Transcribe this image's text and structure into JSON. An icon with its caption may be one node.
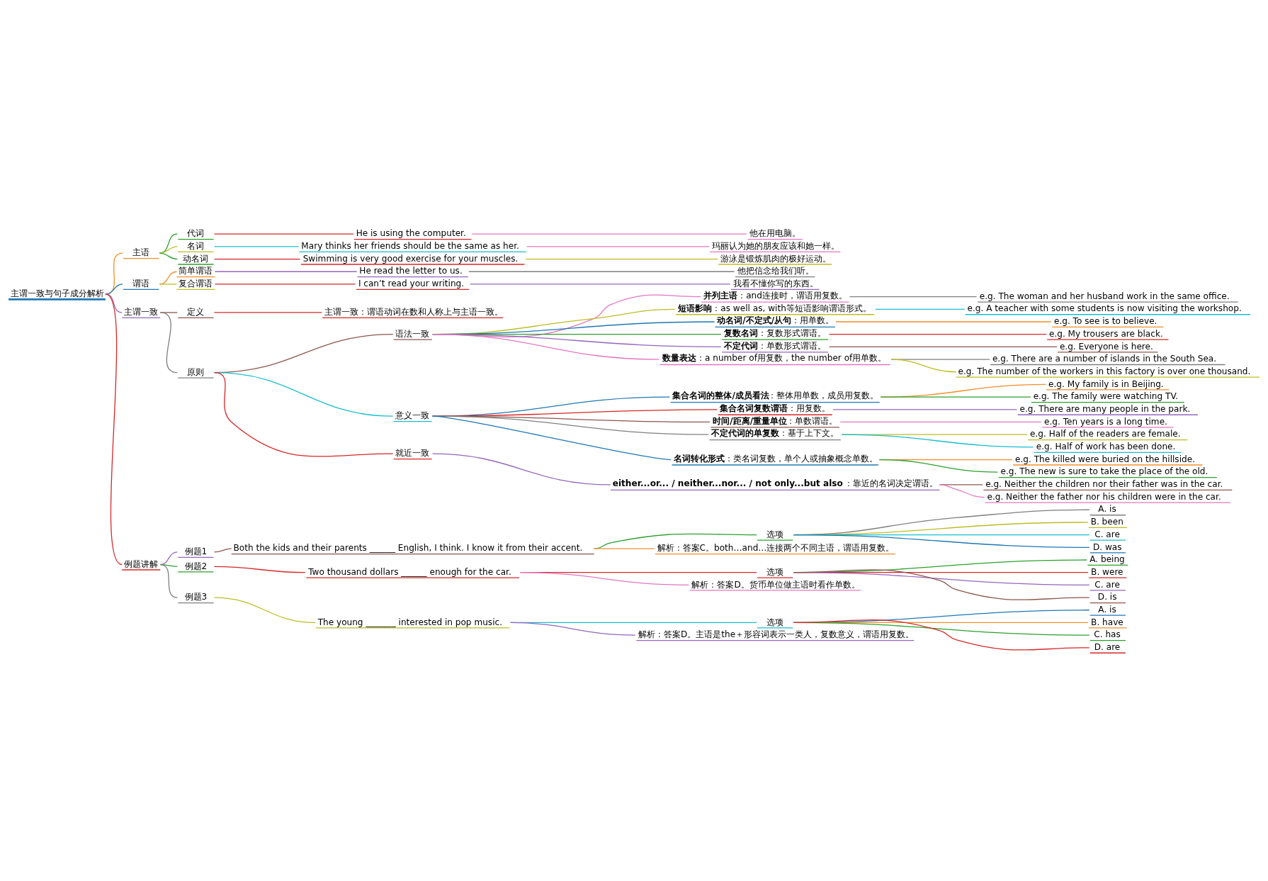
{
  "diagram": {
    "nodes": [
      {
        "text": [
          "主谓一致与句子成分解析"
        ]
      },
      {
        "text": [
          "主语"
        ]
      },
      {
        "text": [
          "代词"
        ]
      },
      {
        "text": [
          "He is using the computer."
        ]
      },
      {
        "text": [
          "他在用电脑。"
        ]
      },
      {
        "text": [
          "名词"
        ]
      },
      {
        "text": [
          "Mary thinks her friends should be the same as her."
        ]
      },
      {
        "text": [
          "玛丽认为她的朋友应该和她一样。"
        ]
      },
      {
        "text": [
          "动名词"
        ]
      },
      {
        "text": [
          "Swimming is very good exercise for your muscles."
        ]
      },
      {
        "text": [
          "游泳是锻炼肌肉的极好运动。"
        ]
      },
      {
        "text": [
          "谓语"
        ]
      },
      {
        "text": [
          "简单谓语"
        ]
      },
      {
        "text": [
          "He read the letter to us."
        ]
      },
      {
        "text": [
          "他把信念给我们听。"
        ]
      },
      {
        "text": [
          "复合谓语"
        ]
      },
      {
        "text": [
          "I can’t read your writing."
        ]
      },
      {
        "text": [
          "我看不懂你写的东西。"
        ]
      },
      {
        "text": [
          "主谓一致"
        ]
      },
      {
        "text": [
          "定义"
        ]
      },
      {
        "text": [
          "主谓一致：谓语动词在数和人称上与主语一致。"
        ]
      },
      {
        "text": [
          "原则"
        ]
      },
      {
        "text": [
          "语法一致"
        ]
      },
      {
        "text": [
          "**并列主语**：and连接时，谓语用复数。"
        ]
      },
      {
        "text": [
          "e.g. The woman and her husband work in the same office."
        ]
      },
      {
        "text": [
          "**短语影响**：as well as, with等短语影响谓语形式。"
        ]
      },
      {
        "text": [
          "e.g. A teacher with some students is now visiting the workshop."
        ]
      },
      {
        "text": [
          "**动名词/不定式/从句**：用单数。"
        ]
      },
      {
        "text": [
          "e.g. To see is to believe."
        ]
      },
      {
        "text": [
          "**复数名词**：复数形式谓语。"
        ]
      },
      {
        "text": [
          "e.g. My trousers are black."
        ]
      },
      {
        "text": [
          "**不定代词**：单数形式谓语。"
        ]
      },
      {
        "text": [
          "e.g. Everyone is here."
        ]
      },
      {
        "text": [
          "**数量表达**：a number of用复数，the number of用单数。"
        ]
      },
      {
        "text": [
          "e.g. There are a number of islands in the South Sea."
        ]
      },
      {
        "text": [
          "e.g. The number of the workers in this factory is over one thousand."
        ]
      },
      {
        "text": [
          "意义一致"
        ]
      },
      {
        "text": [
          "**集合名词的整体/成员看法**：整体用单数，成员用复数。"
        ]
      },
      {
        "text": [
          "e.g. My family is in Beijing."
        ]
      },
      {
        "text": [
          "e.g. The family were watching TV."
        ]
      },
      {
        "text": [
          "**集合名词复数谓语**：用复数。"
        ]
      },
      {
        "text": [
          "e.g. There are many people in the park."
        ]
      },
      {
        "text": [
          "**时间/距离/重量单位**：单数谓语。"
        ]
      },
      {
        "text": [
          "e.g. Ten years is a long time."
        ]
      },
      {
        "text": [
          "**不定代词的单复数**：基于上下文。"
        ]
      },
      {
        "text": [
          "e.g. Half of the readers are female."
        ]
      },
      {
        "text": [
          "e.g. Half of work has been done."
        ]
      },
      {
        "text": [
          "**名词转化形式**：类名词复数，单个人或抽象概念单数。"
        ]
      },
      {
        "text": [
          "e.g. The killed were buried on the hillside."
        ]
      },
      {
        "text": [
          "e.g. The new is sure to take the place of the old."
        ]
      },
      {
        "text": [
          "就近一致"
        ]
      },
      {
        "text": [
          "**either...or... / neither...nor... / not only...but also**：靠近的名词决定谓语。"
        ]
      },
      {
        "text": [
          "e.g. Neither the children nor their father was in the car."
        ]
      },
      {
        "text": [
          "e.g. Neither the father nor his children were in the car."
        ]
      },
      {
        "text": [
          "例题讲解"
        ]
      },
      {
        "text": [
          "例题1"
        ]
      },
      {
        "text": [
          "Both the kids and their parents ______ English, I think. I know it from their accent."
        ]
      },
      {
        "text": [
          "选项"
        ]
      },
      {
        "text": [
          "A. is"
        ]
      },
      {
        "text": [
          "B. been"
        ]
      },
      {
        "text": [
          "C. are"
        ]
      },
      {
        "text": [
          "D. was"
        ]
      },
      {
        "text": [
          "解析：答案C。both…and…连接两个不同主语，谓语用复数。"
        ]
      },
      {
        "text": [
          "例题2"
        ]
      },
      {
        "text": [
          "Two thousand dollars ______ enough for the car."
        ]
      },
      {
        "text": [
          "选项"
        ]
      },
      {
        "text": [
          "A. being"
        ]
      },
      {
        "text": [
          "B. were"
        ]
      },
      {
        "text": [
          "C. are"
        ]
      },
      {
        "text": [
          "D. is"
        ]
      },
      {
        "text": [
          "解析：答案D。货币单位做主语时看作单数。"
        ]
      },
      {
        "text": [
          "例题3"
        ]
      },
      {
        "text": [
          "The young _______ interested in pop music."
        ]
      },
      {
        "text": [
          "选项"
        ]
      },
      {
        "text": [
          "A. is"
        ]
      },
      {
        "text": [
          "B. have"
        ]
      },
      {
        "text": [
          "C. has"
        ]
      },
      {
        "text": [
          "D. are"
        ]
      },
      {
        "text": [
          "解析：答案D。主语是the＋形容词表示一类人，复数意义，谓语用复数。"
        ]
      }
    ],
    "edges": [
      {
        "from": 0,
        "to": 1,
        "arrow": "none",
        "color": "#f28e2b"
      },
      {
        "from": 1,
        "to": 2,
        "arrow": "none",
        "color": "#2ca02c"
      },
      {
        "from": 2,
        "to": 3,
        "arrow": "none",
        "color": "#d62728"
      },
      {
        "from": 3,
        "to": 4,
        "arrow": "none",
        "color": "#e377c2"
      },
      {
        "from": 1,
        "to": 5,
        "arrow": "none",
        "color": "#bcbd22"
      },
      {
        "from": 5,
        "to": 6,
        "arrow": "none",
        "color": "#17becf"
      },
      {
        "from": 6,
        "to": 7,
        "arrow": "none",
        "color": "#e377c2"
      },
      {
        "from": 1,
        "to": 8,
        "arrow": "none",
        "color": "#2ca02c"
      },
      {
        "from": 8,
        "to": 9,
        "arrow": "none",
        "color": "#d62728"
      },
      {
        "from": 9,
        "to": 10,
        "arrow": "none",
        "color": "#bcbd22"
      },
      {
        "from": 0,
        "to": 11,
        "arrow": "none",
        "color": "#1f77b4"
      },
      {
        "from": 11,
        "to": 12,
        "arrow": "none",
        "color": "#f28e2b"
      },
      {
        "from": 12,
        "to": 13,
        "arrow": "none",
        "color": "#9467bd"
      },
      {
        "from": 13,
        "to": 14,
        "arrow": "none",
        "color": "#7f7f7f"
      },
      {
        "from": 11,
        "to": 15,
        "arrow": "none",
        "color": "#bcbd22"
      },
      {
        "from": 15,
        "to": 16,
        "arrow": "none",
        "color": "#d62728"
      },
      {
        "from": 16,
        "to": 17,
        "arrow": "none",
        "color": "#9467bd"
      },
      {
        "from": 0,
        "to": 18,
        "arrow": "none",
        "color": "#9467bd"
      },
      {
        "from": 18,
        "to": 19,
        "arrow": "none",
        "color": "#8c564b"
      },
      {
        "from": 19,
        "to": 20,
        "arrow": "none",
        "color": "#d62728"
      },
      {
        "from": 18,
        "to": 21,
        "arrow": "none",
        "color": "#7f7f7f"
      },
      {
        "from": 21,
        "to": 22,
        "arrow": "none",
        "color": "#8c564b"
      },
      {
        "from": 22,
        "to": 23,
        "arrow": "none",
        "color": "#e377c2"
      },
      {
        "from": 23,
        "to": 24,
        "arrow": "none",
        "color": "#7f7f7f"
      },
      {
        "from": 22,
        "to": 25,
        "arrow": "none",
        "color": "#bcbd22"
      },
      {
        "from": 25,
        "to": 26,
        "arrow": "none",
        "color": "#17becf"
      },
      {
        "from": 22,
        "to": 27,
        "arrow": "none",
        "color": "#1f77b4"
      },
      {
        "from": 27,
        "to": 28,
        "arrow": "none",
        "color": "#f28e2b"
      },
      {
        "from": 22,
        "to": 29,
        "arrow": "none",
        "color": "#2ca02c"
      },
      {
        "from": 29,
        "to": 30,
        "arrow": "none",
        "color": "#d62728"
      },
      {
        "from": 22,
        "to": 31,
        "arrow": "none",
        "color": "#9467bd"
      },
      {
        "from": 31,
        "to": 32,
        "arrow": "none",
        "color": "#8c564b"
      },
      {
        "from": 22,
        "to": 33,
        "arrow": "none",
        "color": "#e377c2"
      },
      {
        "from": 33,
        "to": 34,
        "arrow": "none",
        "color": "#7f7f7f"
      },
      {
        "from": 33,
        "to": 35,
        "arrow": "none",
        "color": "#bcbd22"
      },
      {
        "from": 21,
        "to": 36,
        "arrow": "none",
        "color": "#17becf"
      },
      {
        "from": 36,
        "to": 37,
        "arrow": "none",
        "color": "#1f77b4"
      },
      {
        "from": 37,
        "to": 38,
        "arrow": "none",
        "color": "#f28e2b"
      },
      {
        "from": 37,
        "to": 39,
        "arrow": "none",
        "color": "#2ca02c"
      },
      {
        "from": 36,
        "to": 40,
        "arrow": "none",
        "color": "#d62728"
      },
      {
        "from": 40,
        "to": 41,
        "arrow": "none",
        "color": "#9467bd"
      },
      {
        "from": 36,
        "to": 42,
        "arrow": "none",
        "color": "#8c564b"
      },
      {
        "from": 42,
        "to": 43,
        "arrow": "none",
        "color": "#e377c2"
      },
      {
        "from": 36,
        "to": 44,
        "arrow": "none",
        "color": "#7f7f7f"
      },
      {
        "from": 44,
        "to": 45,
        "arrow": "none",
        "color": "#bcbd22"
      },
      {
        "from": 44,
        "to": 46,
        "arrow": "none",
        "color": "#17becf"
      },
      {
        "from": 36,
        "to": 47,
        "arrow": "none",
        "color": "#1f77b4"
      },
      {
        "from": 47,
        "to": 48,
        "arrow": "none",
        "color": "#f28e2b"
      },
      {
        "from": 47,
        "to": 49,
        "arrow": "none",
        "color": "#2ca02c"
      },
      {
        "from": 21,
        "to": 50,
        "arrow": "none",
        "color": "#d62728"
      },
      {
        "from": 50,
        "to": 51,
        "arrow": "none",
        "color": "#9467bd"
      },
      {
        "from": 51,
        "to": 52,
        "arrow": "none",
        "color": "#8c564b"
      },
      {
        "from": 51,
        "to": 53,
        "arrow": "none",
        "color": "#e377c2"
      },
      {
        "from": 0,
        "to": 54,
        "arrow": "none",
        "color": "#d62728"
      },
      {
        "from": 54,
        "to": 55,
        "arrow": "none",
        "color": "#9467bd"
      },
      {
        "from": 55,
        "to": 56,
        "arrow": "none",
        "color": "#8c564b"
      },
      {
        "from": 56,
        "to": 57,
        "arrow": "none",
        "color": "#2ca02c"
      },
      {
        "from": 57,
        "to": 58,
        "arrow": "none",
        "color": "#7f7f7f"
      },
      {
        "from": 57,
        "to": 59,
        "arrow": "none",
        "color": "#bcbd22"
      },
      {
        "from": 57,
        "to": 60,
        "arrow": "none",
        "color": "#17becf"
      },
      {
        "from": 57,
        "to": 61,
        "arrow": "none",
        "color": "#1f77b4"
      },
      {
        "from": 56,
        "to": 62,
        "arrow": "none",
        "color": "#f28e2b"
      },
      {
        "from": 54,
        "to": 63,
        "arrow": "none",
        "color": "#2ca02c"
      },
      {
        "from": 63,
        "to": 64,
        "arrow": "none",
        "color": "#d62728"
      },
      {
        "from": 64,
        "to": 65,
        "arrow": "none",
        "color": "#d62728"
      },
      {
        "from": 65,
        "to": 66,
        "arrow": "none",
        "color": "#2ca02c"
      },
      {
        "from": 65,
        "to": 67,
        "arrow": "none",
        "color": "#d62728"
      },
      {
        "from": 65,
        "to": 68,
        "arrow": "none",
        "color": "#9467bd"
      },
      {
        "from": 65,
        "to": 69,
        "arrow": "none",
        "color": "#8c564b"
      },
      {
        "from": 64,
        "to": 70,
        "arrow": "none",
        "color": "#e377c2"
      },
      {
        "from": 54,
        "to": 71,
        "arrow": "none",
        "color": "#7f7f7f"
      },
      {
        "from": 71,
        "to": 72,
        "arrow": "none",
        "color": "#bcbd22"
      },
      {
        "from": 72,
        "to": 73,
        "arrow": "none",
        "color": "#17becf"
      },
      {
        "from": 73,
        "to": 74,
        "arrow": "none",
        "color": "#1f77b4"
      },
      {
        "from": 73,
        "to": 75,
        "arrow": "none",
        "color": "#f28e2b"
      },
      {
        "from": 73,
        "to": 76,
        "arrow": "none",
        "color": "#2ca02c"
      },
      {
        "from": 73,
        "to": 77,
        "arrow": "none",
        "color": "#d62728"
      },
      {
        "from": 72,
        "to": 78,
        "arrow": "none",
        "color": "#9467bd"
      }
    ]
  }
}
